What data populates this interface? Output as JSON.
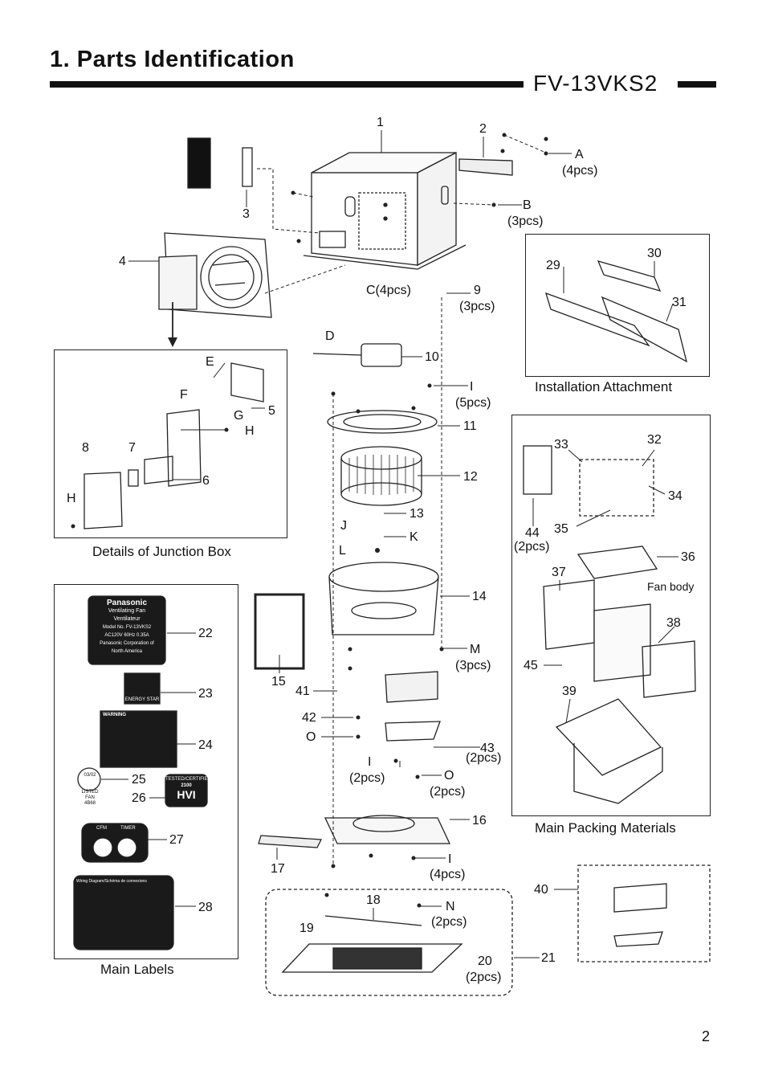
{
  "header": {
    "title": "1. Parts Identification",
    "model": "FV-13VKS2"
  },
  "page_number": "2",
  "captions": {
    "junction_box": "Details of Junction Box",
    "main_labels": "Main Labels",
    "installation_attachment": "Installation Attachment",
    "main_packing": "Main Packing Materials",
    "fan_body": "Fan body"
  },
  "callouts": {
    "n1": "1",
    "n2": "2",
    "n3": "3",
    "n4": "4",
    "n5": "5",
    "n6": "6",
    "n7": "7",
    "n8": "8",
    "n9": "9",
    "n9q": "(3pcs)",
    "n10": "10",
    "n11": "11",
    "n12": "12",
    "n13": "13",
    "n14": "14",
    "n15": "15",
    "n16": "16",
    "n17": "17",
    "n18": "18",
    "n19": "19",
    "n20": "20",
    "n20q": "(2pcs)",
    "n21": "21",
    "n22": "22",
    "n23": "23",
    "n24": "24",
    "n25": "25",
    "n26": "26",
    "n27": "27",
    "n28": "28",
    "n29": "29",
    "n30": "30",
    "n31": "31",
    "n32": "32",
    "n33": "33",
    "n34": "34",
    "n35": "35",
    "n36": "36",
    "n37": "37",
    "n38": "38",
    "n39": "39",
    "n40": "40",
    "n41": "41",
    "n42": "42",
    "n43": "43",
    "n43q": "(2pcs)",
    "n44": "44",
    "n44q": "(2pcs)",
    "n45": "45",
    "A": "A",
    "Aq": "(4pcs)",
    "B": "B",
    "Bq": "(3pcs)",
    "C": "C(4pcs)",
    "D": "D",
    "E": "E",
    "F": "F",
    "G": "G",
    "H1": "H",
    "H2": "H",
    "I1": "I",
    "I1q": "(5pcs)",
    "I2": "I",
    "I2q": "(2pcs)",
    "I3": "I",
    "I3q": "(4pcs)",
    "J": "J",
    "K": "K",
    "L": "L",
    "M": "M",
    "Mq": "(3pcs)",
    "N": "N",
    "Nq": "(2pcs)",
    "O1": "O",
    "O2": "O",
    "O2q": "(2pcs)"
  },
  "labels": {
    "panasonic_brand": "Panasonic",
    "panasonic_line1": "Ventilating Fan",
    "panasonic_line2": "Ventilateur",
    "panasonic_model": "Model No. FV-13VKS2",
    "panasonic_rating": "AC120V 60Hz 0.35A",
    "panasonic_corp": "Panasonic Corporation of",
    "panasonic_corp2": "North America",
    "energy_star": "ENERGY STAR",
    "warning_title": "WARNING",
    "ul_date": "03/02",
    "ul_listed": "LISTED",
    "ul_fan": "FAN",
    "ul_code": "4B68",
    "hvi_top": "TESTED/CERTIFIED",
    "hvi_num": "2100",
    "hvi_text": "HVI",
    "cfm": "CFM",
    "timer": "TIMER",
    "wiring_title": "Wiring Diagram/Schéma de connexions"
  }
}
